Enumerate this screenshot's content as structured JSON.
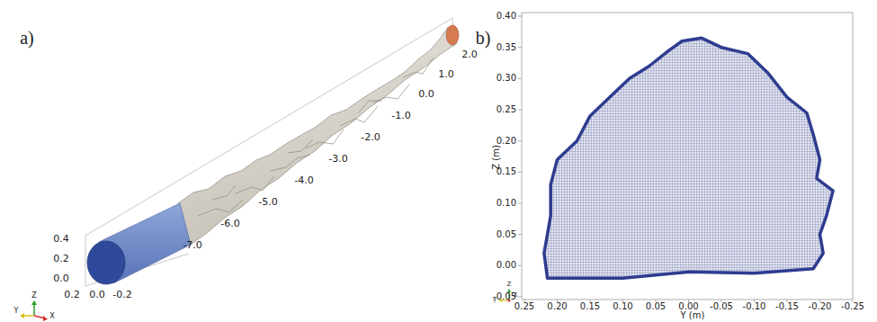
{
  "diagram": {
    "labels": [
      "a)",
      "b)",
      "2.0",
      "1.0",
      "0.0",
      "-1.0",
      "-2.0",
      "-3.0",
      "-4.0",
      "-5.0",
      "-6.0",
      "-7.0",
      "0.4",
      "0.2",
      "0.0",
      "0.2",
      "0.0",
      "-0.2",
      "Z",
      "Y",
      "X",
      "0.40",
      "0.35",
      "0.30",
      "0.25",
      "0.20",
      "0.15",
      "0.10",
      "0.05",
      "0.00",
      "-0.05",
      "Z (m)",
      "0.25",
      "0.20",
      "0.15",
      "0.10",
      "0.05",
      "0.00",
      "-0.05",
      "-0.10",
      "-0.15",
      "-0.20",
      "-0.25",
      "Y (m)",
      "Z",
      "Y",
      "X"
    ]
  }
}
